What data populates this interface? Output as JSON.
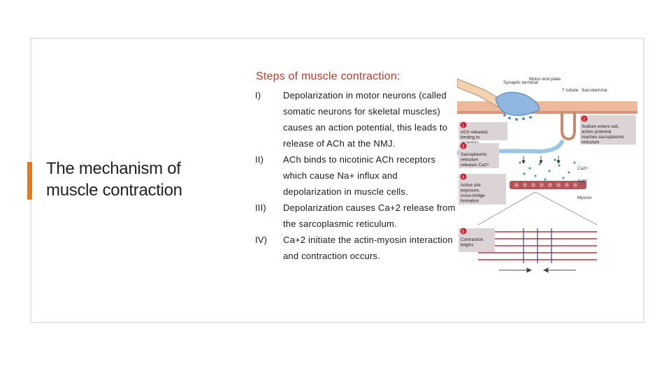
{
  "slide": {
    "title": "The mechanism of muscle contraction",
    "heading": "Steps of muscle contraction:",
    "steps": [
      {
        "num": "I)",
        "text": "Depolarization in motor neurons (called somatic neurons for skeletal muscles) causes an action potential, this leads to release of ACh at the NMJ."
      },
      {
        "num": "II)",
        "text": "ACh binds to nicotinic ACh receptors which cause Na+ influx and depolarization in muscle cells."
      },
      {
        "num": "III)",
        "text": "Depolarization causes Ca+2 release from the sarcoplasmic reticulum."
      },
      {
        "num": "IV)",
        "text": "Ca+2 initiate the actin-myosin interaction and contraction occurs."
      }
    ]
  },
  "figure": {
    "top_labels": {
      "synaptic_terminal": "Synaptic terminal",
      "motor_end_plate": "Motor end plate",
      "t_tubule": "T tubule",
      "sarcolemma": "Sarcolemma"
    },
    "step_boxes": [
      {
        "num": "1",
        "text": "ACh released, binding to receptors"
      },
      {
        "num": "2",
        "text": "Sodium enters cell, action potential reaches sarcoplasmic reticulum"
      },
      {
        "num": "3",
        "text": "Sarcoplasmic reticulum releases Ca2+"
      },
      {
        "num": "4",
        "text": "Active site exposure, cross-bridge formation"
      },
      {
        "num": "5",
        "text": "Contraction begins"
      }
    ],
    "side_labels": {
      "ca": "Ca2+",
      "actin": "Actin",
      "myosin": "Myosin"
    },
    "colors": {
      "box_fill": "#dcd3d6",
      "num_circle": "#c8202f",
      "membrane": "#e9b08f",
      "neuron": "#8fb7e0",
      "myosin": "#c0303c",
      "actin": "#b04c52"
    }
  }
}
